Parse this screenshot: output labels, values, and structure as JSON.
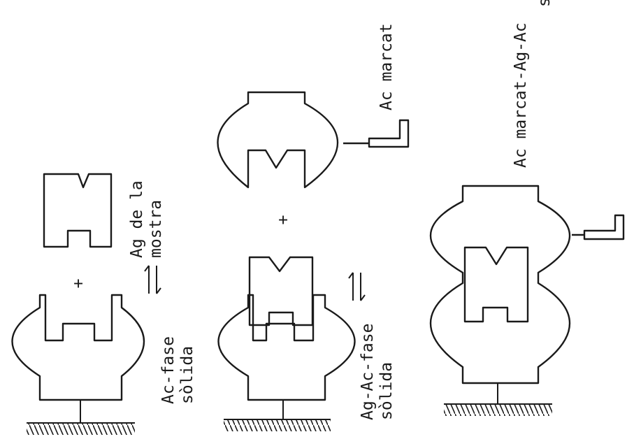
{
  "labels": {
    "ac_solid_phase": [
      "Ac-fase",
      "sòlida"
    ],
    "ag_sample": [
      "Ag de la",
      "mostra"
    ],
    "labeled_ac": "Ac marcat",
    "ag_ac_solid_phase": [
      "Ag-Ac-fase",
      "sòlida"
    ],
    "sandwich": [
      "Ac marcat-Ag-Ac",
      "s"
    ],
    "plus_signs": [
      "+",
      "+"
    ]
  },
  "colors": {
    "ink": "#1a1a1a",
    "paper": "#ffffff"
  }
}
